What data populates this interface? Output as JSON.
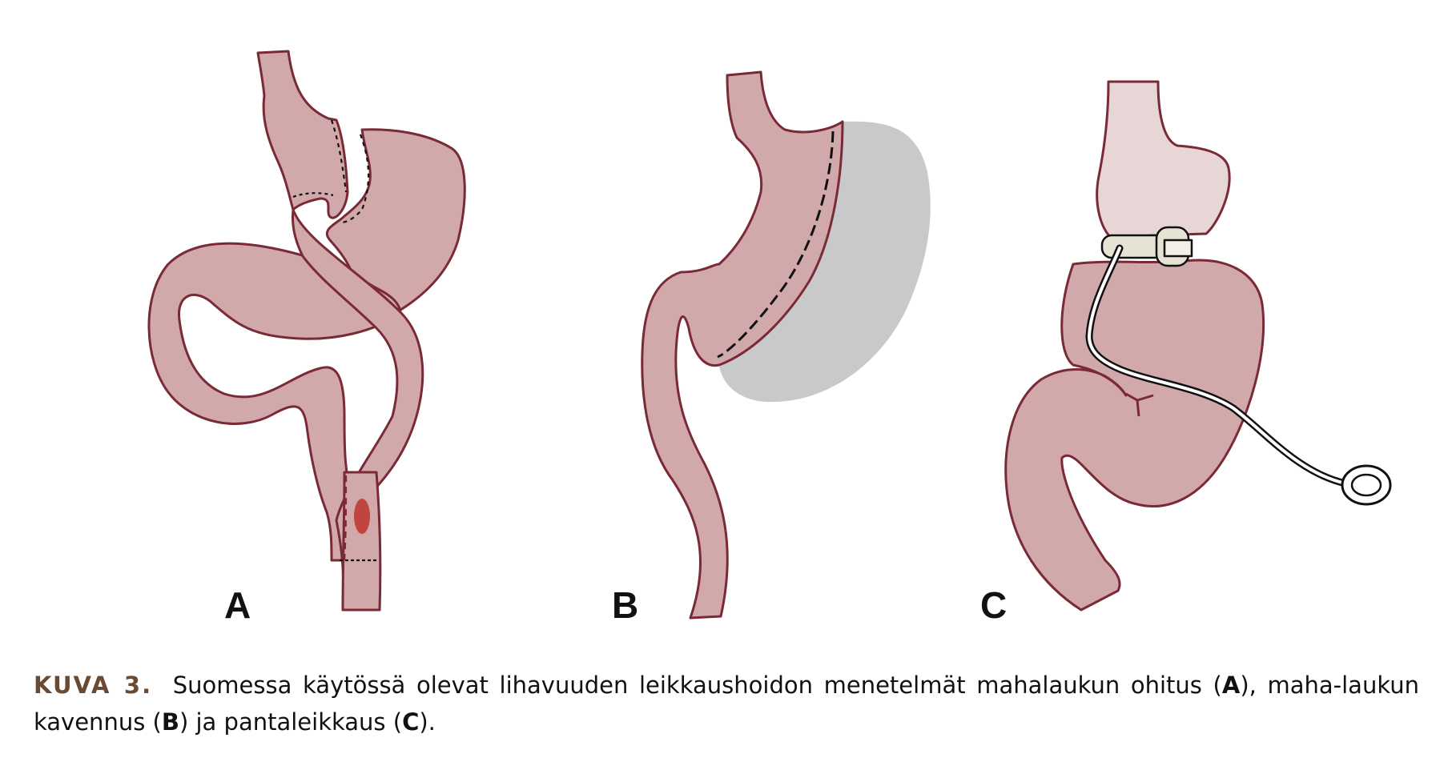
{
  "panels": [
    {
      "label": "A"
    },
    {
      "label": "B"
    },
    {
      "label": "C"
    }
  ],
  "caption": {
    "kuva": "KUVA 3.",
    "t1": " Suomessa käytössä olevat lihavuuden leikkaushoidon menetelmät mahalaukun ohitus (",
    "a": "A",
    "t2": "), maha-laukun kavennus (",
    "b": "B",
    "t3": ") ja pantaleikkaus (",
    "c": "C",
    "t4": ")."
  },
  "colors": {
    "tissue": "#d1a9aa",
    "outline": "#7a2a36",
    "removed_stomach": "#c8c9cb",
    "upper_pouch": "#e8d5d5",
    "ulcer_spot": "#c0443f",
    "band": "#e6e2d4",
    "caption_label": "#6a4a32"
  }
}
